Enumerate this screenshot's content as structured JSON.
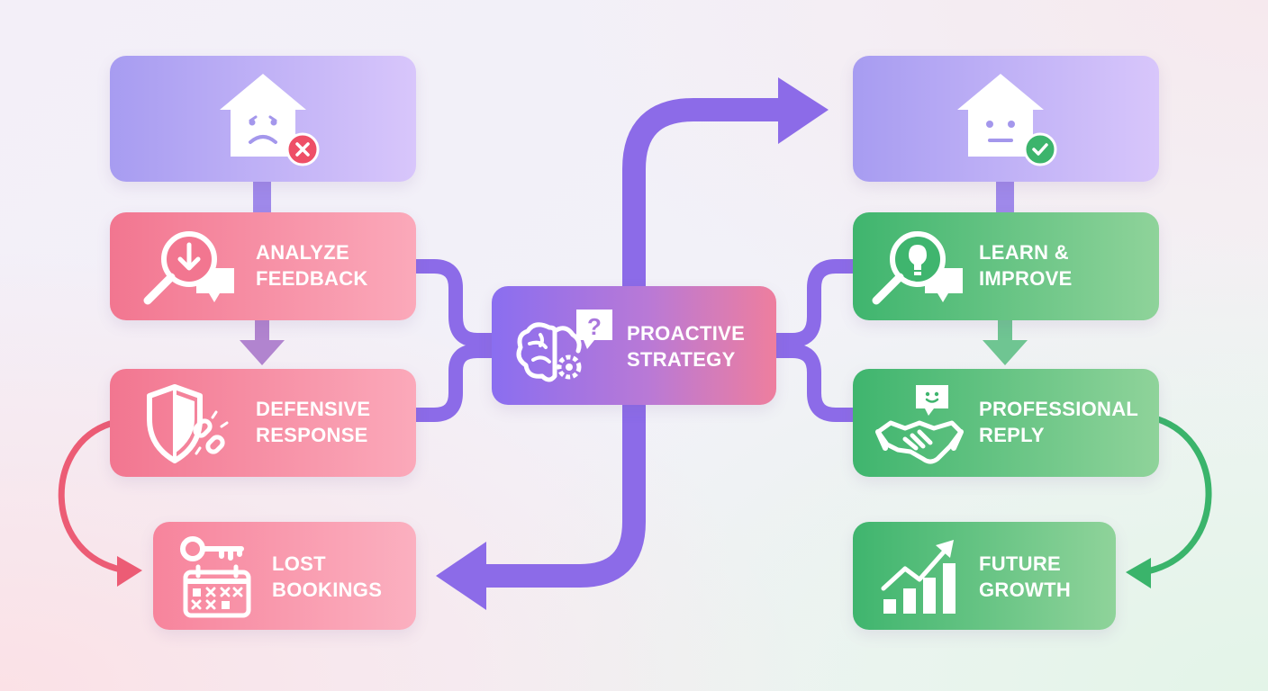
{
  "diagram": {
    "nodes": {
      "analyze_feedback": {
        "label": "ANALYZE\nFEEDBACK",
        "icon": "magnifier-download-chat-icon"
      },
      "defensive_response": {
        "label": "DEFENSIVE\nRESPONSE",
        "icon": "shield-broken-chain-icon"
      },
      "lost_bookings": {
        "label": "LOST\nBOOKINGS",
        "icon": "calendar-key-cross-icon"
      },
      "proactive_strategy": {
        "label": "PROACTIVE\nSTRATEGY",
        "icon": "brain-gear-question-icon"
      },
      "learn_improve": {
        "label": "LEARN &\nIMPROVE",
        "icon": "magnifier-lightbulb-chat-icon"
      },
      "professional_reply": {
        "label": "PROFESSIONAL\nREPLY",
        "icon": "handshake-smile-icon"
      },
      "future_growth": {
        "label": "FUTURE\nGROWTH",
        "icon": "bar-chart-arrow-up-icon"
      },
      "house_sad": {
        "icon": "sad-house-x-icon"
      },
      "house_neutral": {
        "icon": "neutral-house-check-icon"
      }
    },
    "colors": {
      "negative": "#f27690",
      "positive": "#3fb56e",
      "strategy": "#8a6ef0",
      "connector": "#8c6be8",
      "red_arrow": "#e8546e",
      "green_arrow": "#3cb46a"
    }
  }
}
